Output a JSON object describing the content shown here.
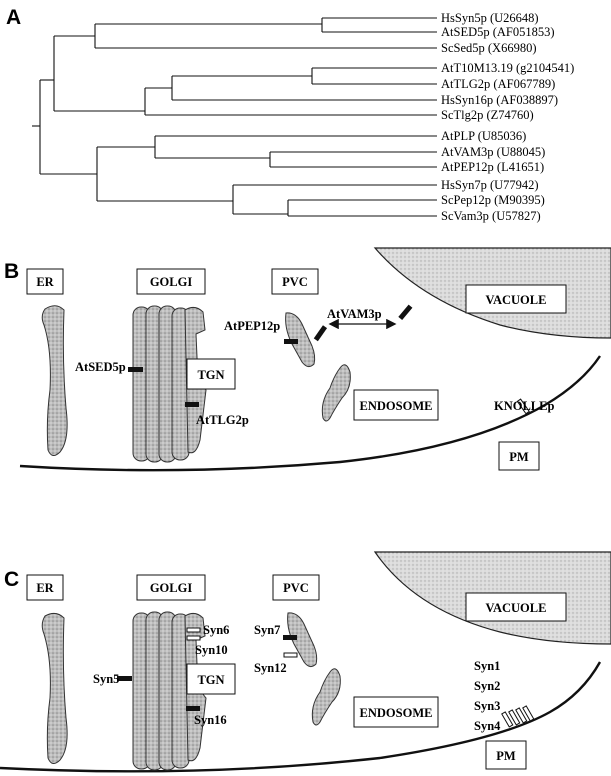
{
  "panel_a": {
    "letter": "A",
    "taxa": [
      "HsSyn5p (U26648)",
      "AtSED5p (AF051853)",
      "ScSed5p (X66980)",
      "AtT10M13.19 (g2104541)",
      "AtTLG2p (AF067789)",
      "HsSyn16p (AF038897)",
      "ScTlg2p (Z74760)",
      "AtPLP (U85036)",
      "AtVAM3p (U88045)",
      "AtPEP12p (L41651)",
      "HsSyn7p (U77942)",
      "ScPep12p (M90395)",
      "ScVam3p (U57827)"
    ]
  },
  "panel_b": {
    "letter": "B",
    "compartments": {
      "er": "ER",
      "golgi": "GOLGI",
      "pvc": "PVC",
      "vacuole": "VACUOLE",
      "tgn": "TGN",
      "endosome": "ENDOSOME",
      "pm": "PM"
    },
    "proteins": {
      "sed5": "AtSED5p",
      "tlg2": "AtTLG2p",
      "pep12": "AtPEP12p",
      "vam3": "AtVAM3p",
      "knolle": "KNOLLEp"
    }
  },
  "panel_c": {
    "letter": "C",
    "compartments": {
      "er": "ER",
      "golgi": "GOLGI",
      "pvc": "PVC",
      "vacuole": "VACUOLE",
      "tgn": "TGN",
      "endosome": "ENDOSOME",
      "pm": "PM"
    },
    "proteins": {
      "syn5": "Syn5",
      "syn6": "Syn6",
      "syn10": "Syn10",
      "syn16": "Syn16",
      "syn7": "Syn7",
      "syn12": "Syn12",
      "syn1": "Syn1",
      "syn2": "Syn2",
      "syn3": "Syn3",
      "syn4": "Syn4"
    }
  }
}
